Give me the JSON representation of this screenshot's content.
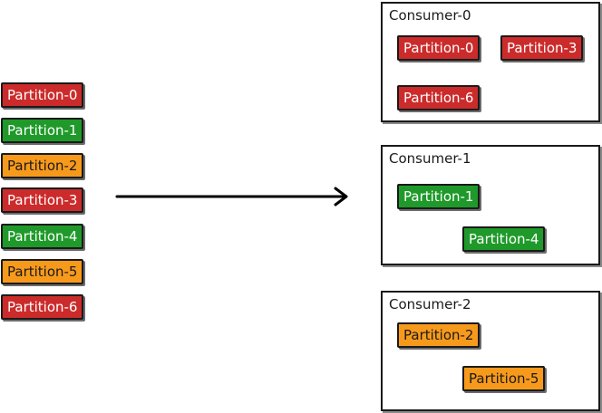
{
  "source_partitions": [
    {
      "label": "Partition-0",
      "color": "#cc2b2b"
    },
    {
      "label": "Partition-1",
      "color": "#1f9a2a"
    },
    {
      "label": "Partition-2",
      "color": "#f79a1c"
    },
    {
      "label": "Partition-3",
      "color": "#cc2b2b"
    },
    {
      "label": "Partition-4",
      "color": "#1f9a2a"
    },
    {
      "label": "Partition-5",
      "color": "#f79a1c"
    },
    {
      "label": "Partition-6",
      "color": "#cc2b2b"
    }
  ],
  "arrow": {
    "color": "#000000",
    "direction": "right"
  },
  "consumers": [
    {
      "title": "Consumer-0",
      "partitions": [
        "Partition-0",
        "Partition-3",
        "Partition-6"
      ]
    },
    {
      "title": "Consumer-1",
      "partitions": [
        "Partition-1",
        "Partition-4"
      ]
    },
    {
      "title": "Consumer-2",
      "partitions": [
        "Partition-2",
        "Partition-5"
      ]
    }
  ]
}
